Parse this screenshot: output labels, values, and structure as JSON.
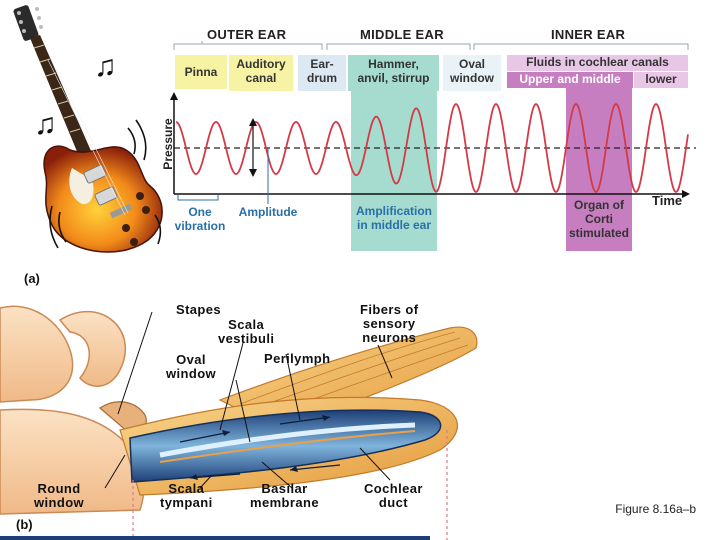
{
  "panel_a": {
    "letter": "(a)",
    "sections": {
      "outer_ear": "OUTER EAR",
      "middle_ear": "MIDDLE EAR",
      "inner_ear": "INNER EAR"
    },
    "boxes": {
      "pinna": "Pinna",
      "auditory_canal": [
        "Auditory",
        "canal"
      ],
      "eardrum": [
        "Ear-",
        "drum"
      ],
      "hammer": [
        "Hammer,",
        "anvil, stirrup"
      ],
      "oval_window": [
        "Oval",
        "window"
      ],
      "fluids": "Fluids in cochlear canals",
      "upper_middle": "Upper and middle",
      "lower": "lower"
    },
    "axis": {
      "ylabel": "Pressure",
      "xlabel": "Time"
    },
    "annotations": {
      "one_vibration": [
        "One",
        "vibration"
      ],
      "amplitude": "Amplitude",
      "amplification": [
        "Amplification",
        "in middle ear"
      ],
      "organ_corti": [
        "Organ of",
        "Corti",
        "stimulated"
      ]
    },
    "colors": {
      "yellow": "#f7f3a4",
      "teal": "#a6dccf",
      "magenta": "#c77ec0",
      "lavender": "#e8c6e6",
      "wave": "#d23a46",
      "annotation": "#2a6fa8"
    },
    "icons": [
      "guitar-icon",
      "music-note-icon",
      "music-note-icon"
    ]
  },
  "panel_b": {
    "letter": "(b)",
    "labels": {
      "stapes": "Stapes",
      "scala_vestibuli": [
        "Scala",
        "vestibuli"
      ],
      "fibers": [
        "Fibers of",
        "sensory",
        "neurons"
      ],
      "oval_window": [
        "Oval",
        "window"
      ],
      "perilymph": "Perilymph",
      "round_window": [
        "Round",
        "window"
      ],
      "scala_tympani": [
        "Scala",
        "tympani"
      ],
      "basilar": [
        "Basilar",
        "membrane"
      ],
      "cochlear_duct": [
        "Cochlear",
        "duct"
      ]
    }
  },
  "caption": "Figure 8.16a–b"
}
